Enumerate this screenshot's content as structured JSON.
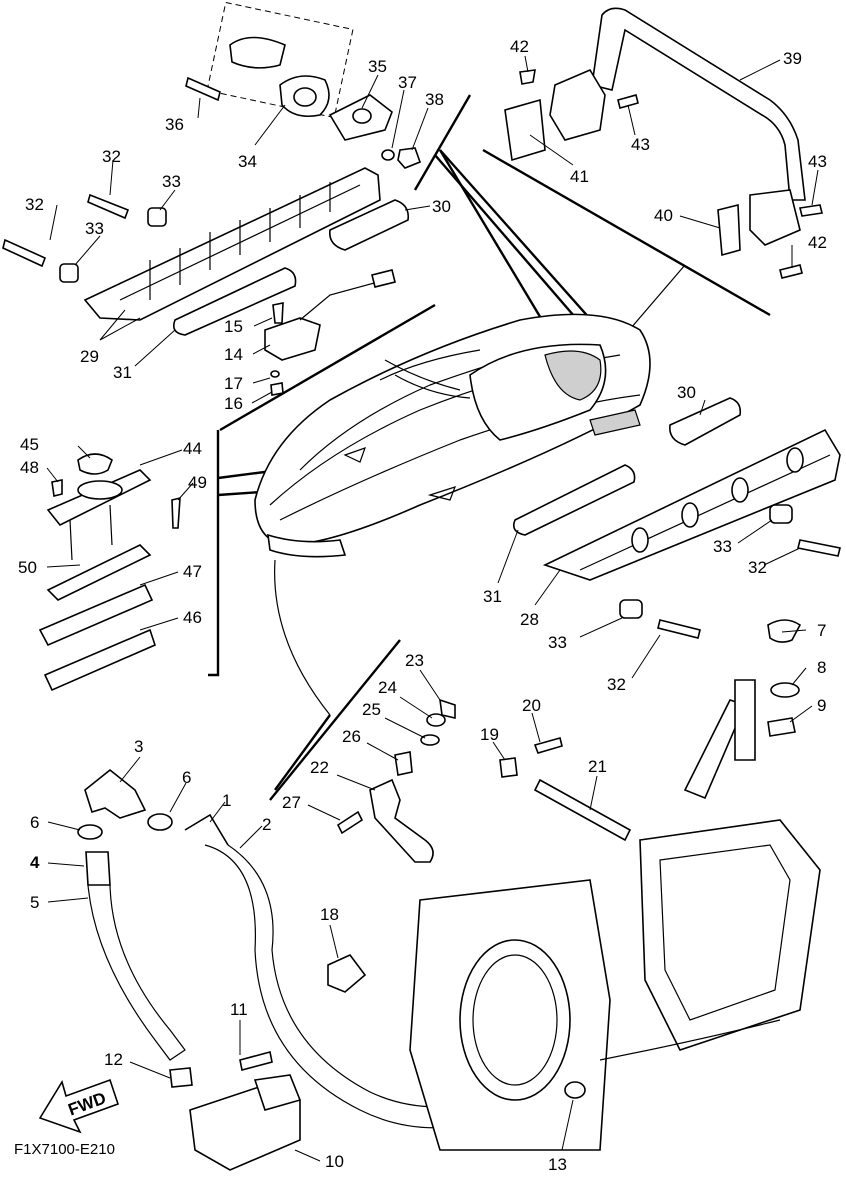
{
  "diagram": {
    "code": "F1X7100-E210",
    "fwd_label": "FWD",
    "callouts": [
      "1",
      "2",
      "3",
      "4",
      "5",
      "6",
      "6",
      "7",
      "8",
      "9",
      "10",
      "11",
      "12",
      "13",
      "14",
      "15",
      "16",
      "17",
      "18",
      "19",
      "20",
      "21",
      "22",
      "23",
      "24",
      "25",
      "26",
      "27",
      "28",
      "29",
      "30",
      "30",
      "31",
      "31",
      "32",
      "32",
      "32",
      "32",
      "33",
      "33",
      "33",
      "33",
      "34",
      "35",
      "36",
      "37",
      "38",
      "39",
      "40",
      "41",
      "42",
      "42",
      "43",
      "43",
      "44",
      "45",
      "46",
      "47",
      "48",
      "49",
      "50"
    ]
  }
}
